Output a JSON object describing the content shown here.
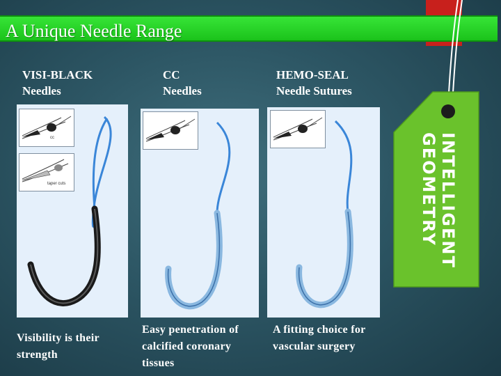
{
  "slide": {
    "title": "A Unique Needle Range"
  },
  "columns": [
    {
      "heading_line1": "VISI-BLACK",
      "heading_line2": "Needles",
      "caption_line1": "Visibility is their",
      "caption_line2": "strength",
      "inset_labels": [
        "cc",
        "taper cuts"
      ]
    },
    {
      "heading_line1": "CC",
      "heading_line2": "Needles",
      "caption_line1": "Easy penetration of",
      "caption_line2": "calcified coronary",
      "caption_line3": "tissues"
    },
    {
      "heading_line1": "HEMO-SEAL",
      "heading_line2": "Needle Sutures",
      "caption_line1": "A fitting choice for",
      "caption_line2": "vascular surgery"
    }
  ],
  "tag": {
    "line1": "INTELLIGENT",
    "line2": "GEOMETRY"
  },
  "colors": {
    "title_bar": "#22cc22",
    "tag_green": "#6ac22c",
    "red_tab": "#c8201c",
    "suture_blue": "#3a86d8"
  }
}
